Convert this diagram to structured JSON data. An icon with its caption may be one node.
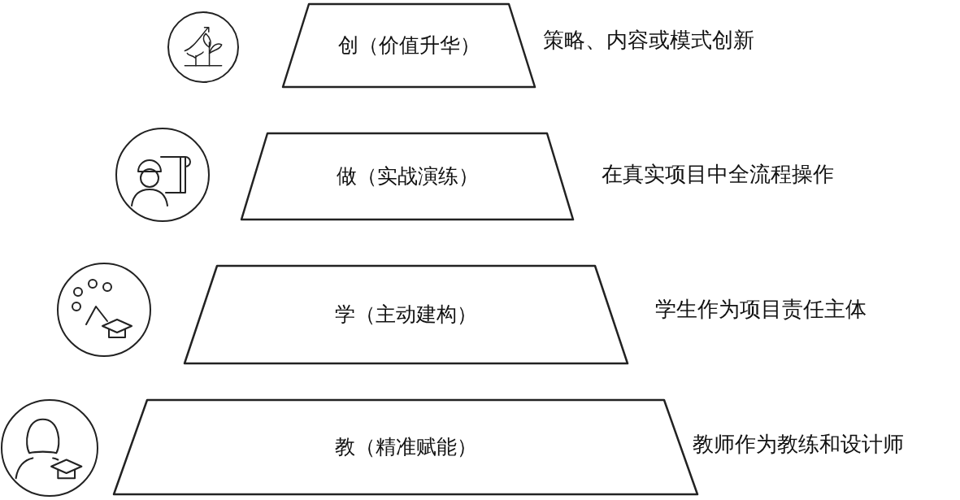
{
  "diagram": {
    "nodes": [
      {
        "text": [
          "创（价值升华）"
        ],
        "beside": [
          "策略、内容或模式创新"
        ]
      },
      {
        "text": [
          "做（实战演练）"
        ],
        "beside": [
          "在真实项目中全流程操作"
        ]
      },
      {
        "text": [
          "学（主动建构）"
        ],
        "beside": [
          "学生作为项目责任主体"
        ]
      },
      {
        "text": [
          "教（精准赋能）"
        ],
        "beside": [
          "教师作为教练和设计师"
        ]
      }
    ]
  }
}
